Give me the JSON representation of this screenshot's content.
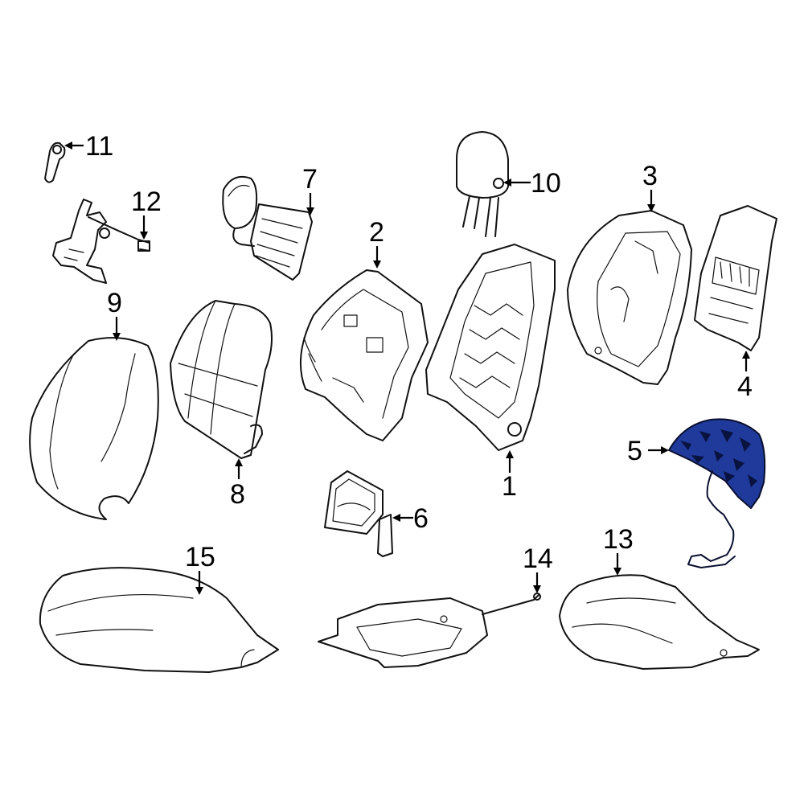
{
  "diagram": {
    "highlight_color": "#1f3a9a",
    "callouts": [
      {
        "id": "1",
        "label": "1"
      },
      {
        "id": "2",
        "label": "2"
      },
      {
        "id": "3",
        "label": "3"
      },
      {
        "id": "4",
        "label": "4"
      },
      {
        "id": "5",
        "label": "5"
      },
      {
        "id": "6",
        "label": "6"
      },
      {
        "id": "7",
        "label": "7"
      },
      {
        "id": "8",
        "label": "8"
      },
      {
        "id": "9",
        "label": "9"
      },
      {
        "id": "10",
        "label": "10"
      },
      {
        "id": "11",
        "label": "11"
      },
      {
        "id": "12",
        "label": "12"
      },
      {
        "id": "13",
        "label": "13"
      },
      {
        "id": "14",
        "label": "14"
      },
      {
        "id": "15",
        "label": "15"
      }
    ],
    "highlighted_part": "5"
  }
}
